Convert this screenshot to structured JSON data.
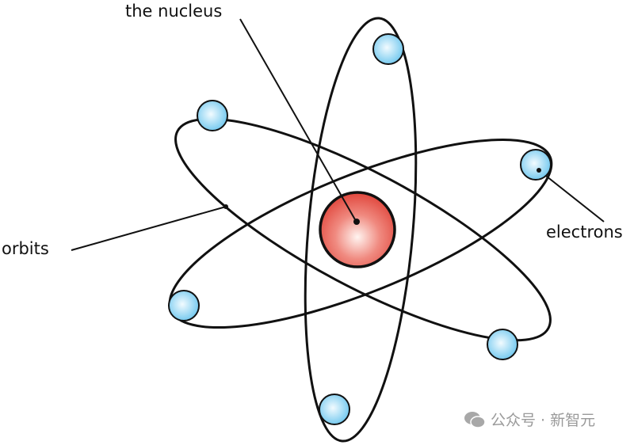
{
  "labels": {
    "nucleus": "the nucleus",
    "electrons": "electrons",
    "orbits": "orbits"
  },
  "watermark": "公众号 · 新智元",
  "colors": {
    "nucleus": "#e8423a",
    "electron": "#7fd0f2",
    "line": "#111111"
  }
}
